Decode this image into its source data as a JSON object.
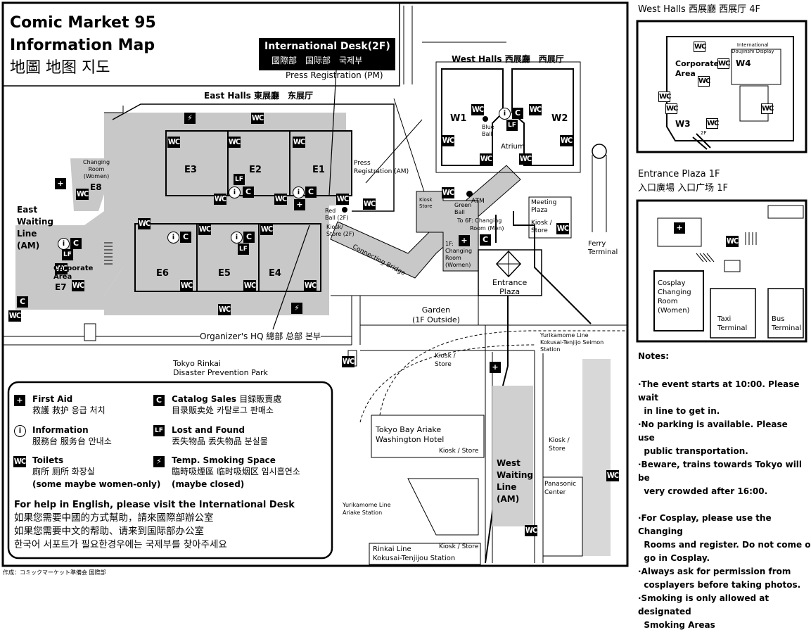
{
  "title": {
    "line1": "Comic Market 95",
    "line2": "Information Map",
    "line3": "地圖 地图 지도"
  },
  "intl_desk": {
    "title": "International Desk(2F)",
    "sub": "國際部　国际部　국제부",
    "press_pm": "Press Registration (PM)"
  },
  "halls": {
    "east": "East Halls 東展廳　东展厅",
    "west": "West Halls 西展廳　西展厅",
    "e1": "E1",
    "e2": "E2",
    "e3": "E3",
    "e4": "E4",
    "e5": "E5",
    "e6": "E6",
    "e7": "E7",
    "e8": "E8",
    "w1": "W1",
    "w2": "W2"
  },
  "labels": {
    "east_waiting": [
      "East",
      "Waiting",
      "Line",
      "(AM)"
    ],
    "changing_women_e8": [
      "Changing",
      "Room",
      "(Women)"
    ],
    "corporate_e7": [
      "Corporate",
      "Area"
    ],
    "press_am": [
      "Press",
      "Registration (AM)"
    ],
    "red_ball": [
      "Red",
      "Ball (2F)"
    ],
    "kiosk_2f": "Kiosk/\nStore (2F)",
    "kiosk_2f_a": "Kiosk/",
    "kiosk_2f_b": "Store   (2F)",
    "connecting_bridge": "Connecting Bridge",
    "kiosk_store_a": [
      "Kiosk",
      "Store"
    ],
    "green_ball": [
      "Green",
      "Ball"
    ],
    "atm": "ATM",
    "to6f": "To 6F: Changing",
    "room_men": "Room (Men)",
    "changing_1f": [
      "1F:",
      "Changing",
      "Room",
      "(Women)"
    ],
    "blue_ball": [
      "Blue",
      "Ball"
    ],
    "atrium": "Atrium",
    "meeting_plaza": [
      "Meeting",
      "Plaza"
    ],
    "kiosk_store_b": [
      "Kiosk /",
      "Store"
    ],
    "ferry": [
      "Ferry",
      "Terminal"
    ],
    "entrance_plaza": [
      "Entrance",
      "Plaza"
    ],
    "garden": [
      "Garden",
      "(1F Outside)"
    ],
    "organizer_hq": "Organizer's HQ 總部  总部  본부",
    "yurikamome_top": [
      "Yurikamome Line",
      "Kokusai-Tenjijo Seimon",
      "Station"
    ],
    "tokyo_rinkai": [
      "Tokyo Rinkai",
      "Disaster Prevention Park"
    ],
    "kiosk_c": [
      "Kiosk /",
      "Store"
    ],
    "hotel": [
      "Tokyo Bay Ariake",
      "Washington Hotel"
    ],
    "kiosk_hotel": "Kiosk / Store",
    "west_waiting": [
      "West",
      "Waiting",
      "Line",
      "(AM)"
    ],
    "kiosk_d": [
      "Kiosk /",
      "Store"
    ],
    "panasonic": [
      "Panasonic",
      "Center"
    ],
    "yurikamome_ariake": [
      "Yurikamome Line",
      "Ariake Station"
    ],
    "rinkai": [
      "Rinkai Line",
      "Kokusai-Tenjijou Station"
    ],
    "kiosk_rinkai": "Kiosk / Store",
    "footer": "作成：コミックマーケット準備会 国際部"
  },
  "legend": {
    "first_aid": {
      "en": "First Aid",
      "cjk": "救護  救护  응급 처치"
    },
    "catalog": {
      "en": "Catalog Sales",
      "cjk1": "目録販賣處",
      "cjk2": "目录贩卖处  카탈로그 판매소"
    },
    "information": {
      "en": "Information",
      "cjk": "服務台  服务台  안내소"
    },
    "lost": {
      "en": "Lost and Found",
      "cjk": "丟失物品    丢失物品  분실물"
    },
    "toilets": {
      "en": "Toilets",
      "cjk": "廁所  厕所  화장실",
      "note": "(some maybe women-only)"
    },
    "smoking": {
      "en": "Temp. Smoking Space",
      "cjk": "臨時吸煙區  临时吸烟区  임시흡연소",
      "note": "(maybe closed)"
    },
    "help_en": "For help in English,  please visit the International Desk",
    "help_zh_t": "如果您需要中國的方式幫助，請來國際部辦公室",
    "help_zh_s": "如果您需要中文的帮助、请来到国际部办公室",
    "help_ko": "한국어 서포트가 필요한경우에는 국제부를 찾아주세요",
    "icon_first_aid": "plus-icon",
    "icon_catalog": "C",
    "icon_info": "i",
    "icon_lost": "LF",
    "icon_wc": "WC"
  },
  "inset_west": {
    "title": "West Halls 西展廳  西展厅  4F",
    "intl_display": [
      "International",
      "Doujinshi Display"
    ],
    "corporate": [
      "Corporate",
      "Area"
    ],
    "w3": "W3",
    "w4": "W4",
    "twof": "2F"
  },
  "inset_entrance": {
    "title1": "Entrance Plaza 1F",
    "title2": "入口廣場  入口广场 1F",
    "cosplay": [
      "Cosplay",
      "Changing",
      "Room",
      "(Women)"
    ],
    "taxi": [
      "Taxi",
      "Terminal"
    ],
    "bus": [
      "Bus",
      "Terminal"
    ]
  },
  "notes": {
    "heading": "Notes:",
    "items": [
      "·The event starts at 10:00. Please wait",
      "  in line to get in.",
      "·No parking is available. Please use",
      "  public transportation.",
      "·Beware, trains towards Tokyo will be",
      "  very crowded after 16:00.",
      "",
      "·For Cosplay, please use the Changing",
      "  Rooms and register. Do not come or",
      "  go in Cosplay.",
      "·Always ask for permission from",
      "  cosplayers before taking photos.",
      "·Smoking is only allowed at designated",
      "  Smoking Areas"
    ]
  },
  "wc_text": "WC",
  "colors": {
    "hall_fill": "#c8c8c8",
    "ink": "#000000",
    "bg": "#ffffff"
  }
}
